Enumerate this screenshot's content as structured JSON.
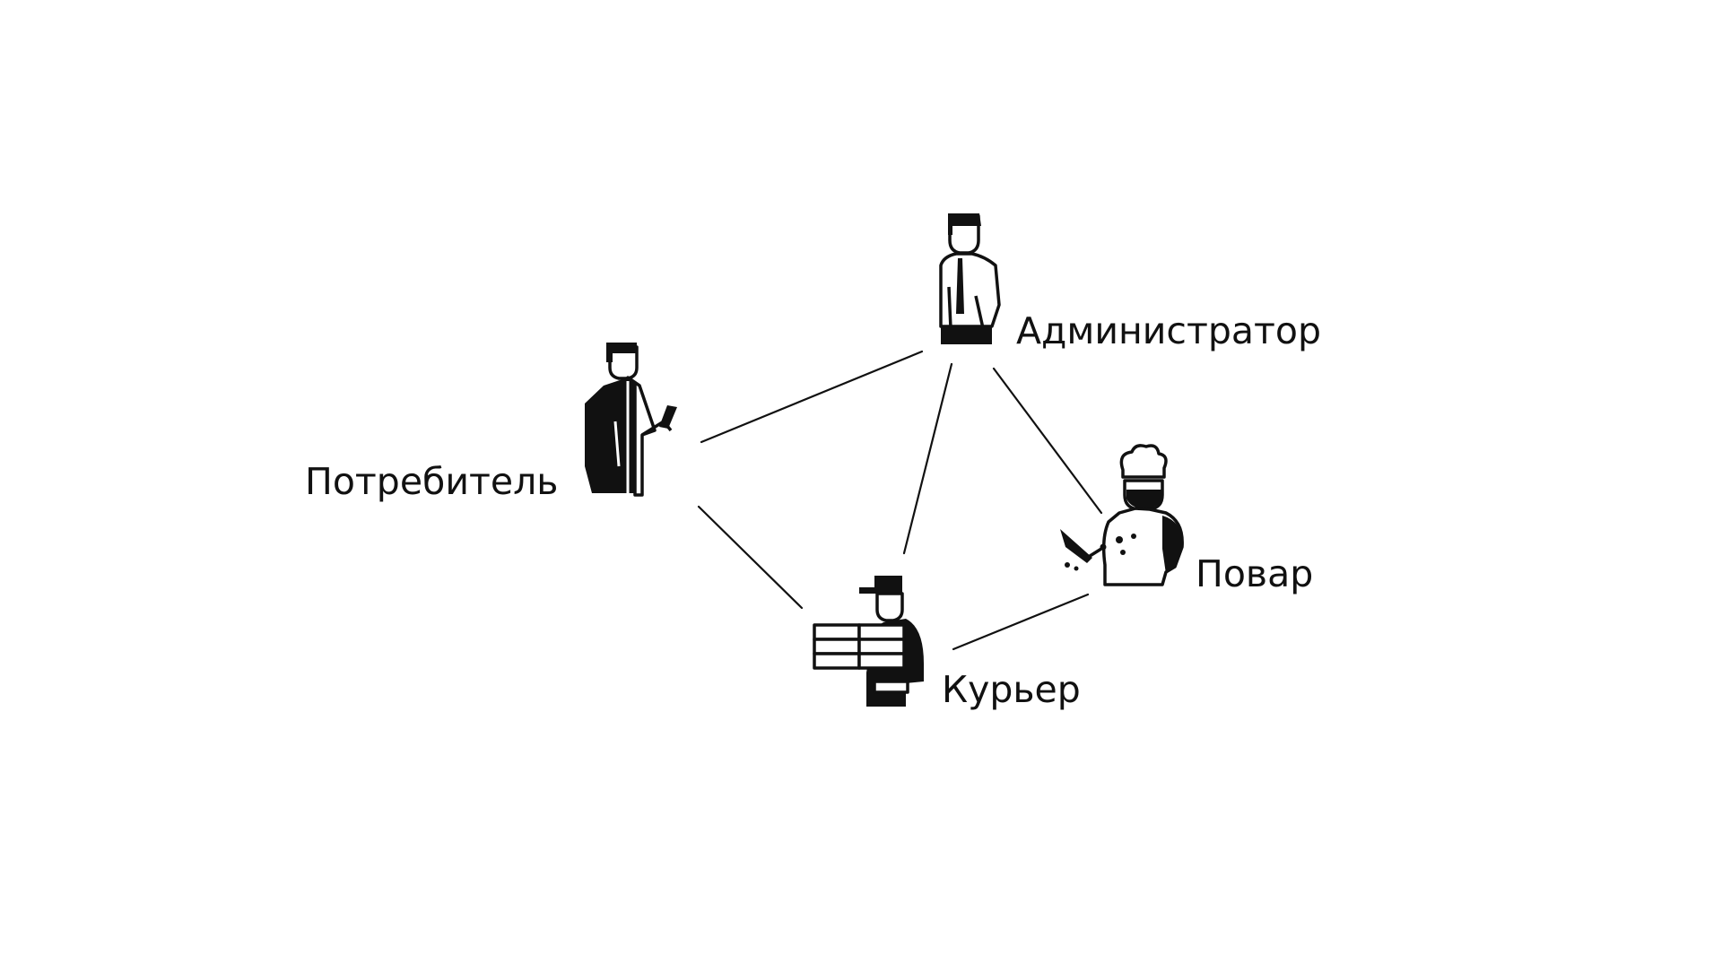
{
  "diagram": {
    "nodes": [
      {
        "id": "administrator",
        "label": "Администратор",
        "icon": "office-worker-icon"
      },
      {
        "id": "consumer",
        "label": "Потребитель",
        "icon": "customer-with-phone-icon"
      },
      {
        "id": "courier",
        "label": "Курьер",
        "icon": "delivery-courier-icon"
      },
      {
        "id": "cook",
        "label": "Повар",
        "icon": "chef-icon"
      }
    ],
    "edges": [
      {
        "from": "consumer",
        "to": "administrator"
      },
      {
        "from": "consumer",
        "to": "courier"
      },
      {
        "from": "administrator",
        "to": "courier"
      },
      {
        "from": "administrator",
        "to": "cook"
      },
      {
        "from": "cook",
        "to": "courier"
      }
    ],
    "colors": {
      "line": "#111111",
      "figure": "#111111",
      "background": "#ffffff"
    }
  }
}
